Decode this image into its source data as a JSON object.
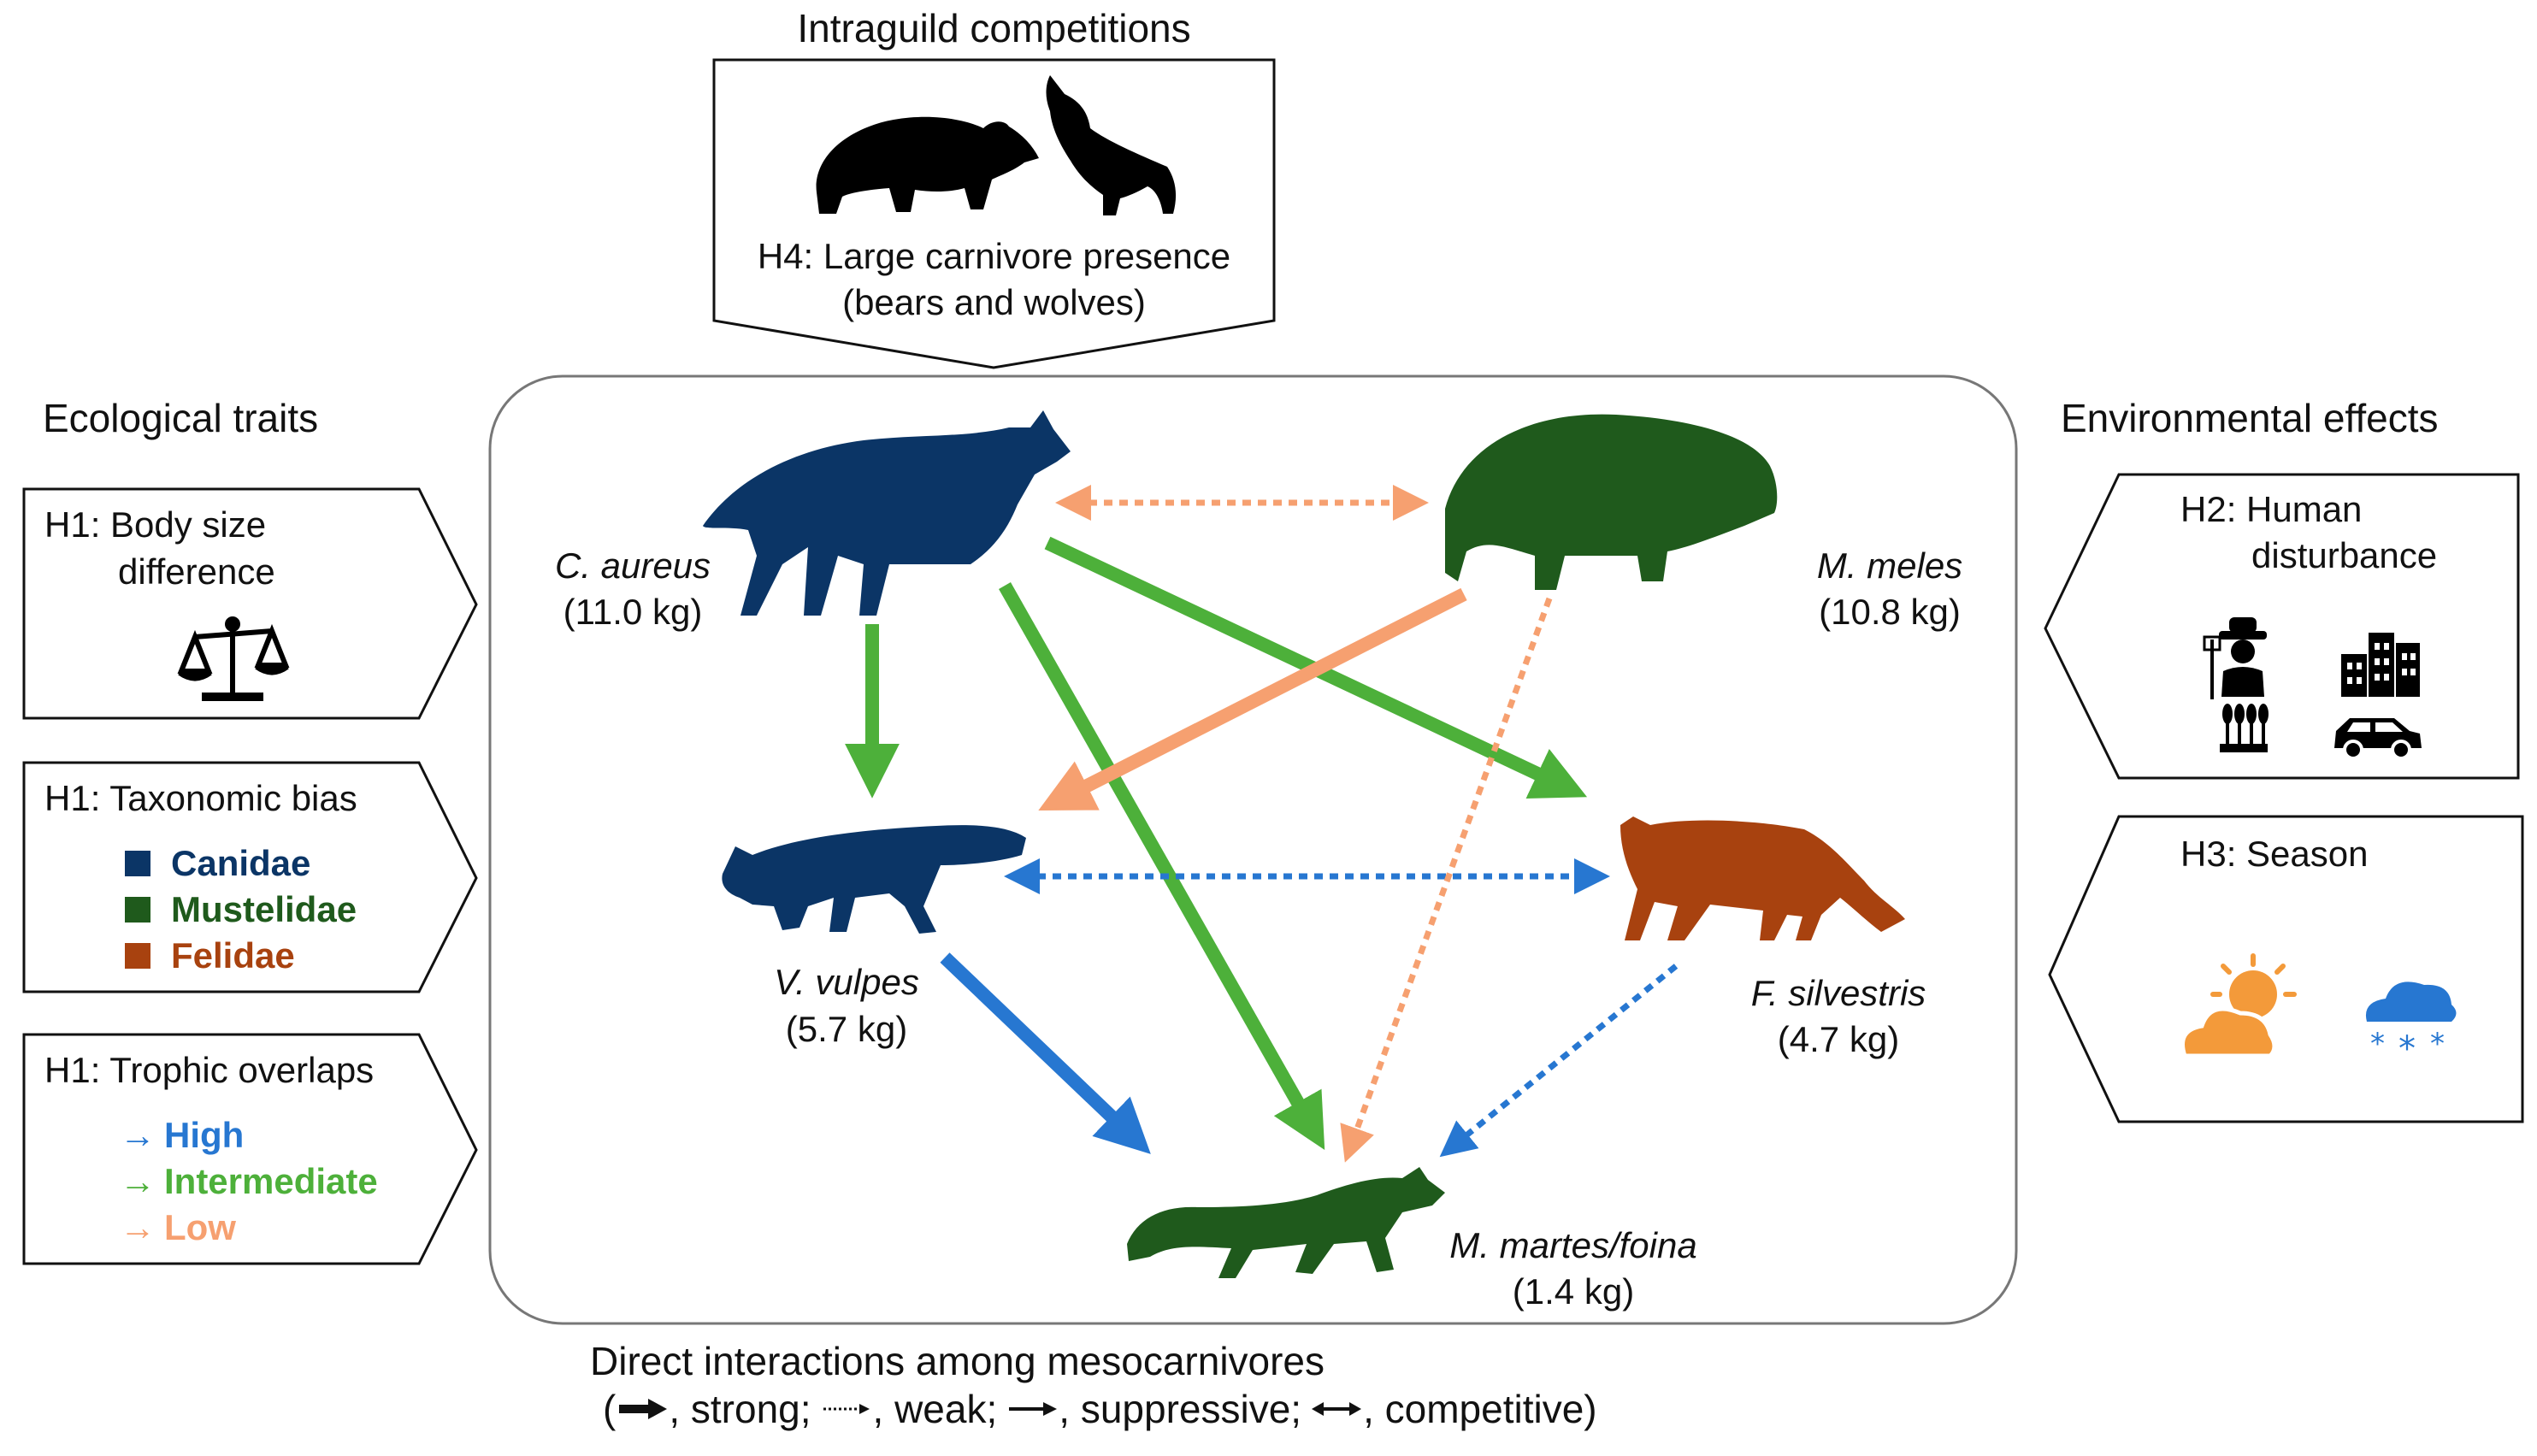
{
  "top_panel": {
    "heading": "Intraguild competitions",
    "label_line1": "H4: Large carnivore presence",
    "label_line2": "(bears and wolves)"
  },
  "left_panel": {
    "heading": "Ecological traits",
    "body_size": {
      "line1": "H1: Body size",
      "line2": "difference"
    },
    "taxonomic": {
      "title": "H1: Taxonomic bias",
      "items": [
        {
          "label": "Canidae",
          "color": "#0b3566"
        },
        {
          "label": "Mustelidae",
          "color": "#1f5a1c"
        },
        {
          "label": "Felidae",
          "color": "#a8420f"
        }
      ]
    },
    "trophic": {
      "title": "H1: Trophic overlaps",
      "items": [
        {
          "arrow": "→",
          "label": "High",
          "color": "#2777d1"
        },
        {
          "arrow": "→",
          "label": "Intermediate",
          "color": "#4db03a"
        },
        {
          "arrow": "→",
          "label": "Low",
          "color": "#f6a070"
        }
      ]
    }
  },
  "right_panel": {
    "heading": "Environmental effects",
    "human": {
      "line1": "H2: Human",
      "line2": "disturbance"
    },
    "season": {
      "title": "H3: Season"
    }
  },
  "species": {
    "c_aureus": {
      "name": "C. aureus",
      "mass": "(11.0 kg)",
      "color": "#0b3566"
    },
    "m_meles": {
      "name": "M. meles",
      "mass": "(10.8 kg)",
      "color": "#1f5a1c"
    },
    "v_vulpes": {
      "name": "V. vulpes",
      "mass": "(5.7 kg)",
      "color": "#0b3566"
    },
    "f_silvestris": {
      "name": "F. silvestris",
      "mass": "(4.7 kg)",
      "color": "#a8420f"
    },
    "m_martes": {
      "name": "M. martes/foina",
      "mass": "(1.4 kg)",
      "color": "#1f5a1c"
    }
  },
  "caption": {
    "line1": "Direct interactions among mesocarnivores",
    "strong": ", strong;",
    "weak": ", weak;",
    "suppressive": ", suppressive;",
    "competitive": ", competitive)",
    "open_paren": "("
  },
  "colors": {
    "high": "#2777d1",
    "intermediate": "#4db03a",
    "low": "#f6a070"
  }
}
